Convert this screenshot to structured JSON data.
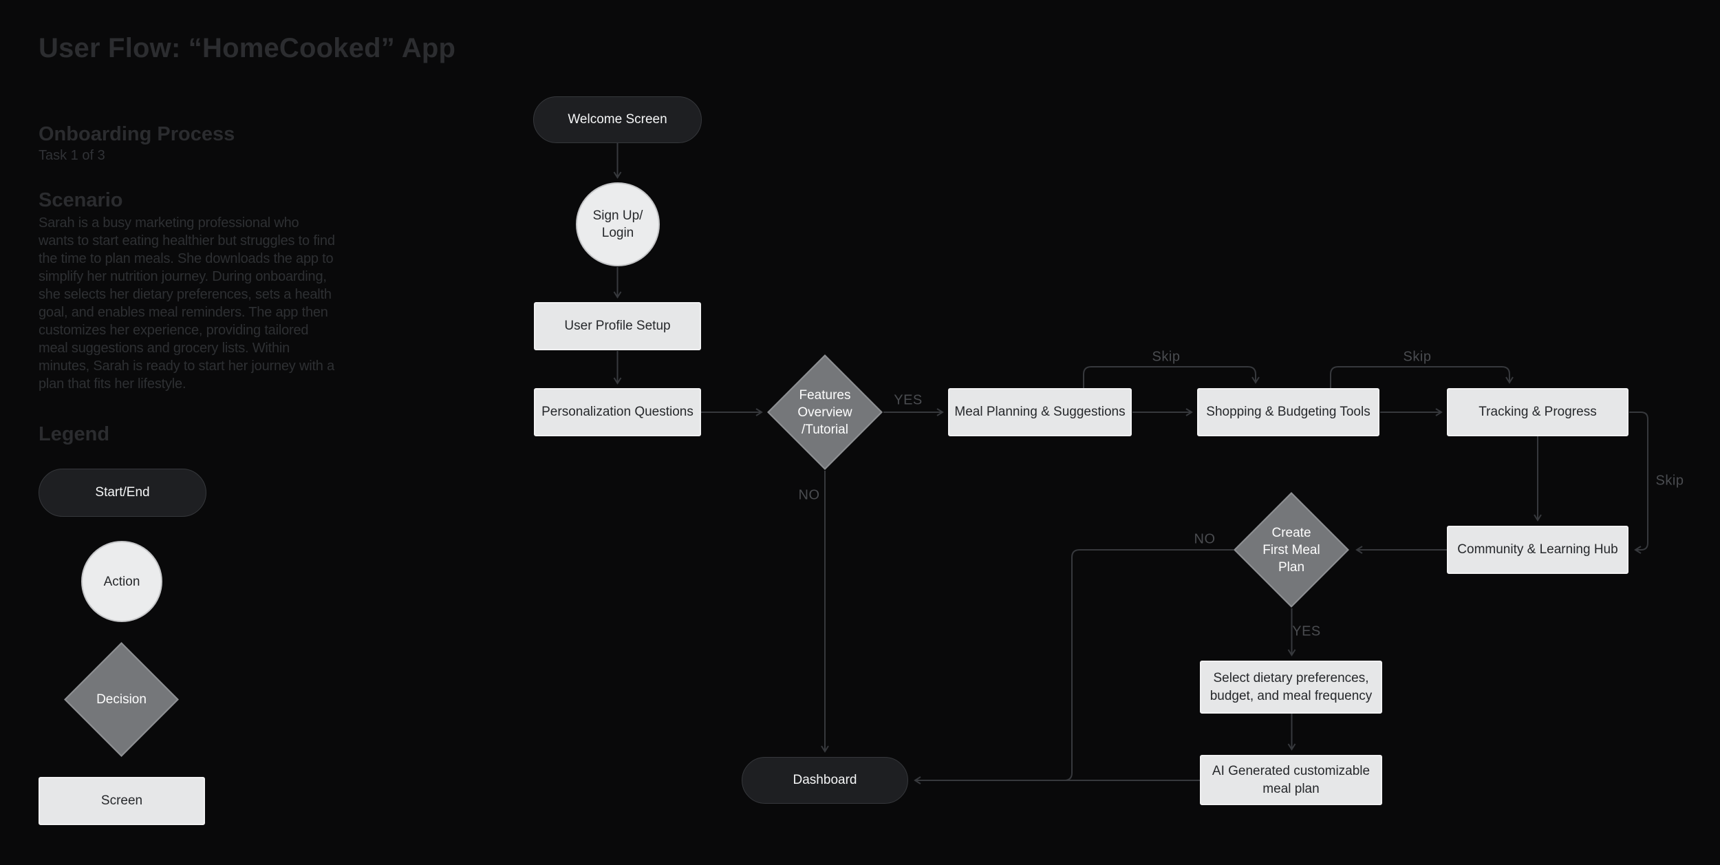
{
  "page": {
    "title": "User Flow: “HomeCooked” App"
  },
  "panel": {
    "section1_title": "Onboarding Process",
    "section1_subtitle": "Task 1 of 3",
    "section2_title": "Scenario",
    "scenario_text": "Sarah is a busy marketing professional who wants to start eating healthier but struggles to find the time to plan meals. She downloads the app to simplify her nutrition journey. During onboarding, she selects her dietary preferences, sets a health goal, and enables meal reminders. The app then customizes her experience, providing tailored meal suggestions and grocery lists. Within minutes, Sarah is ready to start her journey with a plan that fits her lifestyle.",
    "legend_title": "Legend",
    "legend": [
      {
        "type": "start-end",
        "label": "Start/End"
      },
      {
        "type": "action",
        "label": "Action"
      },
      {
        "type": "decision",
        "label": "Decision"
      },
      {
        "type": "screen",
        "label": "Screen"
      }
    ]
  },
  "flow": {
    "nodes": {
      "welcome": {
        "label": "Welcome Screen"
      },
      "signup": {
        "lines": [
          "Sign Up/",
          "Login"
        ]
      },
      "profile": {
        "label": "User Profile Setup"
      },
      "personalization": {
        "label": "Personalization Questions"
      },
      "features": {
        "lines": [
          "Features",
          "Overview",
          "/Tutorial"
        ]
      },
      "meal_planning": {
        "label": "Meal Planning & Suggestions"
      },
      "shopping": {
        "label": "Shopping & Budgeting Tools"
      },
      "tracking": {
        "label": "Tracking & Progress"
      },
      "community": {
        "label": "Community & Learning Hub"
      },
      "create_plan": {
        "lines": [
          "Create",
          "First Meal",
          "Plan"
        ]
      },
      "select_prefs": {
        "lines": [
          "Select dietary preferences,",
          "budget, and meal frequency"
        ]
      },
      "ai_plan": {
        "lines": [
          "AI Generated customizable",
          "meal plan"
        ]
      },
      "dashboard": {
        "label": "Dashboard"
      }
    },
    "edge_labels": {
      "features_yes": "YES",
      "features_no": "NO",
      "skip_meal": "Skip",
      "skip_shopping": "Skip",
      "skip_tracking": "Skip",
      "create_no": "NO",
      "create_yes": "YES"
    }
  },
  "colors": {
    "background": "#09090a",
    "node_dark": "#1e1f22",
    "node_light": "#e6e7e8",
    "diamond_fill": "#75777a",
    "edge_line": "#37393d",
    "edge_label": "#4a4c50"
  }
}
